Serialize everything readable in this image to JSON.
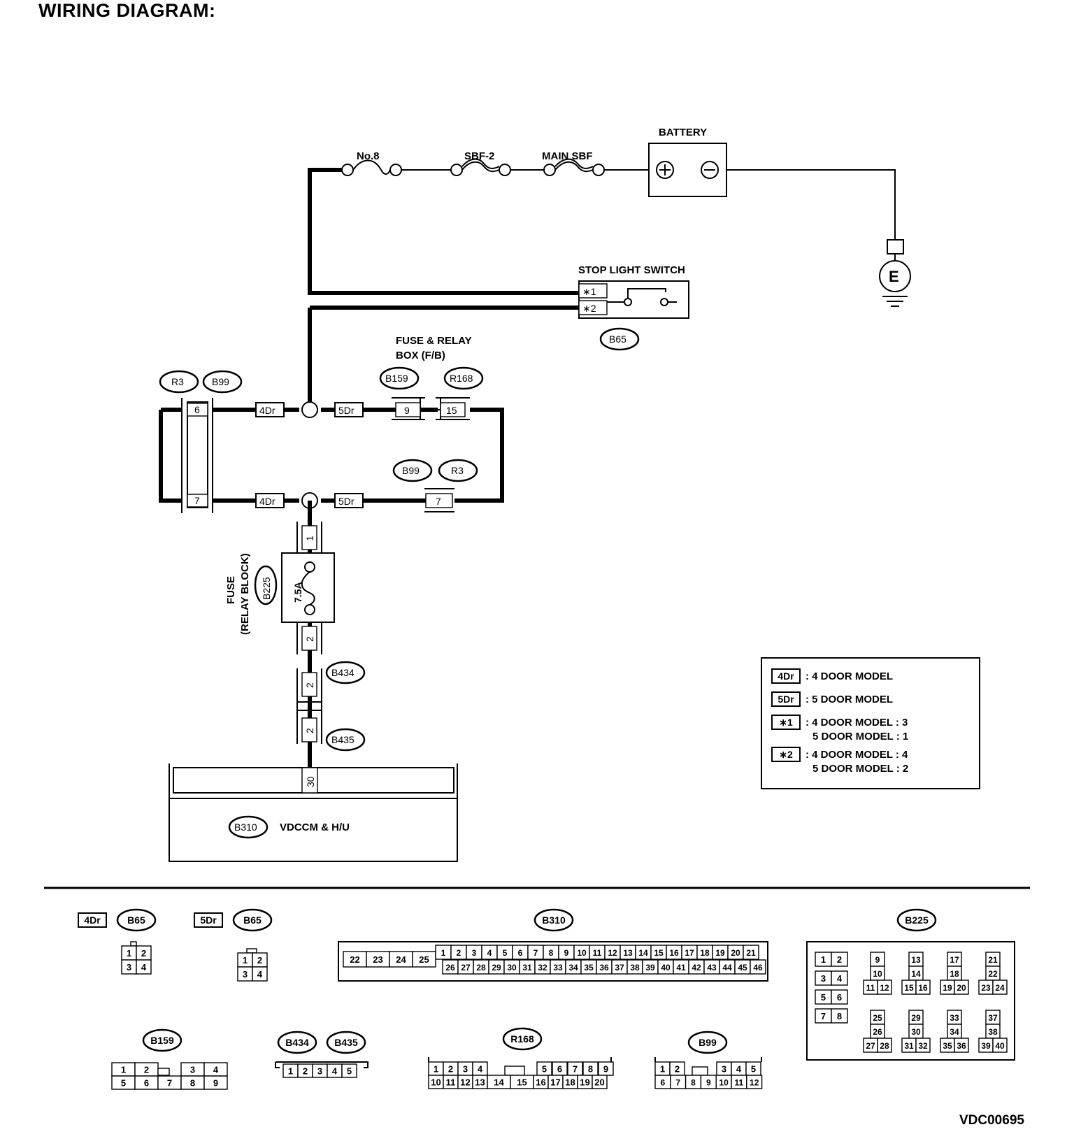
{
  "title": "WIRING DIAGRAM:",
  "code": "VDC00695",
  "components": {
    "battery": "BATTERY",
    "fuse_no8": "No.8",
    "sbf2": "SBF-2",
    "main_sbf": "MAIN SBF",
    "stop_light_switch": "STOP LIGHT SWITCH",
    "ground": "E",
    "fuse_relay_box_1": "FUSE & RELAY",
    "fuse_relay_box_2": "BOX (F/B)",
    "fuse_relay_block_1": "FUSE",
    "fuse_relay_block_2": "(RELAY BLOCK)",
    "fuse_rating": "7.5A",
    "vdccm": "VDCCM & H/U"
  },
  "connectors": {
    "B65": "B65",
    "R3": "R3",
    "B99": "B99",
    "B159": "B159",
    "R168": "R168",
    "B225": "B225",
    "B434": "B434",
    "B435": "B435",
    "B310": "B310"
  },
  "tags": {
    "dr4": "4Dr",
    "dr5": "5Dr",
    "star1": "∗1",
    "star2": "∗2"
  },
  "pins": {
    "r3_6": "6",
    "r3_7": "7",
    "b159_9": "9",
    "r168_15": "15",
    "b99_7": "7",
    "b225_1": "1",
    "b225_2": "2",
    "b434_2": "2",
    "b435_2": "2",
    "b310_30": "30"
  },
  "legend": [
    {
      "tag": "4Dr",
      "text": ": 4 DOOR MODEL",
      "text2": ""
    },
    {
      "tag": "5Dr",
      "text": ": 5 DOOR MODEL",
      "text2": ""
    },
    {
      "tag": "∗1",
      "text": ": 4 DOOR MODEL : 3",
      "text2": "5 DOOR MODEL : 1"
    },
    {
      "tag": "∗2",
      "text": ": 4 DOOR MODEL : 4",
      "text2": "5 DOOR MODEL : 2"
    }
  ],
  "connector_views": {
    "b65_4dr": {
      "tag": "4Dr",
      "name": "B65",
      "rows": [
        [
          "1",
          "2"
        ],
        [
          "3",
          "4"
        ]
      ]
    },
    "b65_5dr": {
      "tag": "5Dr",
      "name": "B65",
      "rows": [
        [
          "1",
          "2"
        ],
        [
          "3",
          "4"
        ]
      ]
    },
    "b310": {
      "name": "B310",
      "left": [
        "22",
        "23",
        "24",
        "25"
      ],
      "top": [
        "1",
        "2",
        "3",
        "4",
        "5",
        "6",
        "7",
        "8",
        "9",
        "10",
        "11",
        "12",
        "13",
        "14",
        "15",
        "16",
        "17",
        "18",
        "19",
        "20",
        "21"
      ],
      "bottom": [
        "26",
        "27",
        "28",
        "29",
        "30",
        "31",
        "32",
        "33",
        "34",
        "35",
        "36",
        "37",
        "38",
        "39",
        "40",
        "41",
        "42",
        "43",
        "44",
        "45",
        "46"
      ]
    },
    "b225": {
      "name": "B225",
      "pairs": [
        [
          "1",
          "2"
        ],
        [
          "3",
          "4"
        ],
        [
          "5",
          "6"
        ],
        [
          "7",
          "8"
        ]
      ],
      "groups": [
        [
          "9",
          "10",
          "11",
          "12"
        ],
        [
          "13",
          "14",
          "15",
          "16"
        ],
        [
          "17",
          "18",
          "19",
          "20"
        ],
        [
          "21",
          "22",
          "23",
          "24"
        ],
        [
          "25",
          "26",
          "27",
          "28"
        ],
        [
          "29",
          "30",
          "31",
          "32"
        ],
        [
          "33",
          "34",
          "35",
          "36"
        ],
        [
          "37",
          "38",
          "39",
          "40"
        ]
      ]
    },
    "b159": {
      "name": "B159",
      "top": [
        "1",
        "2",
        "",
        "3",
        "4"
      ],
      "bottom": [
        "5",
        "6",
        "7",
        "8",
        "9"
      ]
    },
    "b434_b435": {
      "names": [
        "B434",
        "B435"
      ],
      "row": [
        "1",
        "2",
        "3",
        "4",
        "5"
      ]
    },
    "r168": {
      "name": "R168",
      "top": [
        "1",
        "2",
        "3",
        "4",
        "",
        "",
        "5",
        "6",
        "7",
        "8",
        "9"
      ],
      "bottom": [
        "10",
        "11",
        "12",
        "13",
        "14",
        "15",
        "16",
        "17",
        "18",
        "19",
        "20"
      ]
    },
    "b99": {
      "name": "B99",
      "top": [
        "1",
        "2",
        "",
        "3",
        "4",
        "5"
      ],
      "bottom": [
        "6",
        "7",
        "8",
        "9",
        "10",
        "11",
        "12"
      ]
    }
  }
}
